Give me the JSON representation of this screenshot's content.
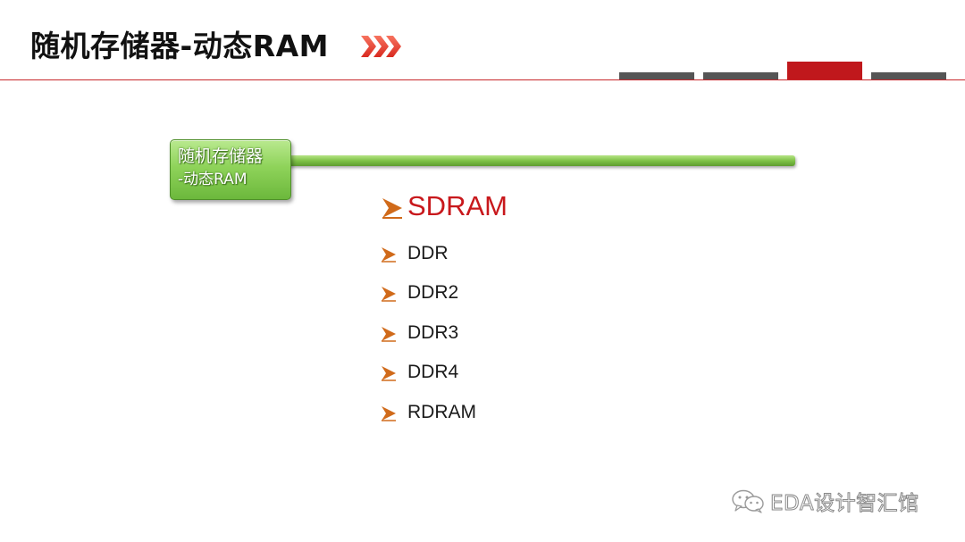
{
  "slide": {
    "title": "随机存储器-动态RAM"
  },
  "colors": {
    "title_accent": "#e8453c",
    "header_rule": "#c8282c",
    "tab_active": "#c0181c",
    "tab_inactive": "#555555",
    "node_green": "#8fd35a",
    "primary_bullet": "#c8181c",
    "bullet_arrow": "#d06a1a"
  },
  "header_tabs": [
    {
      "state": "inactive"
    },
    {
      "state": "inactive"
    },
    {
      "state": "active"
    },
    {
      "state": "inactive"
    }
  ],
  "node": {
    "line1": "随机存储器",
    "line2": "-动态RAM"
  },
  "bullets": {
    "primary": "SDRAM",
    "items": [
      "DDR",
      "DDR2",
      "DDR3",
      "DDR4",
      "RDRAM"
    ]
  },
  "watermark": {
    "icon": "wechat-icon",
    "text": "EDA设计智汇馆"
  }
}
